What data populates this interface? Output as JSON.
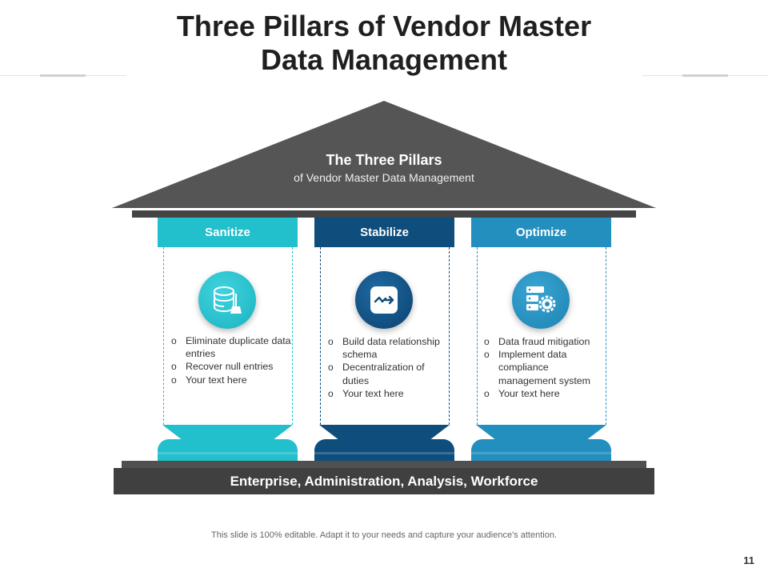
{
  "title": {
    "line1": "Three Pillars of Vendor Master",
    "line2": "Data Management"
  },
  "roof": {
    "title": "The Three Pillars",
    "subtitle": "of Vendor Master Data Management",
    "color": "#555555"
  },
  "pillars": [
    {
      "label": "Sanitize",
      "color": "#22bfcc",
      "icon": "database-broom-icon",
      "bullets": [
        "Eliminate duplicate data entries",
        "Recover null entries",
        "Your text here"
      ]
    },
    {
      "label": "Stabilize",
      "color": "#0e4d7c",
      "icon": "relationship-arrow-icon",
      "bullets": [
        "Build data relationship schema",
        "Decentralization of duties",
        "Your text here"
      ]
    },
    {
      "label": "Optimize",
      "color": "#228fbe",
      "icon": "server-gear-icon",
      "bullets": [
        "Data fraud mitigation",
        "Implement data compliance management system",
        "Your text here"
      ]
    }
  ],
  "foundation": {
    "label": "Enterprise, Administration, Analysis, Workforce",
    "color": "#404040"
  },
  "footer": {
    "note": "This slide is 100% editable. Adapt it to your needs and capture your audience's attention.",
    "page_number": "11"
  }
}
